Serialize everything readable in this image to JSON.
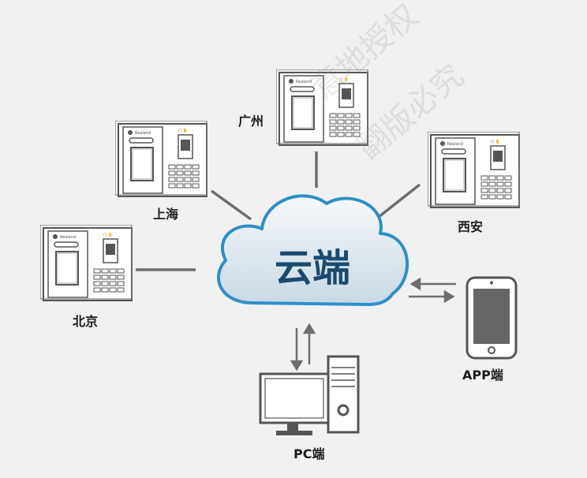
{
  "cloud": {
    "label": "云端"
  },
  "nodes": {
    "beijing": "北京",
    "shanghai": "上海",
    "guangzhou": "广州",
    "xian": "西安",
    "pc": "PC端",
    "app": "APP端"
  },
  "device": {
    "brand": "Realand"
  },
  "watermark": {
    "line1": "意地授权",
    "line2": "翻版必究"
  },
  "colors": {
    "cloud_stroke": "#2f8fc8",
    "cloud_fill": "#dde7ee",
    "cloud_text": "#1b4a6e",
    "line": "#6e6e6e",
    "device": "#555555"
  }
}
